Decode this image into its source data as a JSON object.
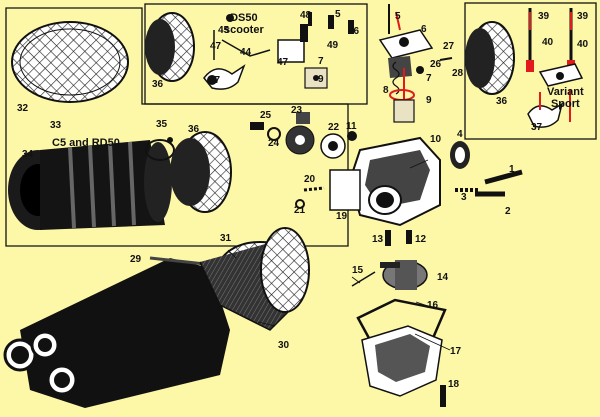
{
  "panels": {
    "top_left": {
      "title": "C5 and RD50"
    },
    "top_center": {
      "title_line1": "DS50",
      "title_line2": "scooter"
    },
    "top_right": {
      "title_line1": "Variant",
      "title_line2": "Sport"
    }
  },
  "part_labels": {
    "p1": "1",
    "p2": "2",
    "p3": "3",
    "p4": "4",
    "p5a": "5",
    "p5b": "5",
    "p6": "6",
    "p7a": "7",
    "p7b": "7",
    "p8": "8",
    "p9a": "9",
    "p9b": "9",
    "p10": "10",
    "p11": "11",
    "p12": "12",
    "p13": "13",
    "p14": "14",
    "p15": "15",
    "p16": "16",
    "p17": "17",
    "p18": "18",
    "p19": "19",
    "p20": "20",
    "p21": "21",
    "p22": "22",
    "p23": "23",
    "p24": "24",
    "p25": "25",
    "p26": "26",
    "p27": "27",
    "p28": "28",
    "p29": "29",
    "p30": "30",
    "p31": "31",
    "p32": "32",
    "p33": "33",
    "p34": "34",
    "p35": "35",
    "p36a": "36",
    "p36b": "36",
    "p36c": "36",
    "p37a": "37",
    "p37b": "37",
    "p39a": "39",
    "p39b": "39",
    "p40a": "40",
    "p40b": "40",
    "p44": "44",
    "p45": "45",
    "p46": "46",
    "p47a": "47",
    "p47b": "47",
    "p48": "48",
    "p49": "49"
  },
  "colors": {
    "background": "#fdf7a8",
    "ink": "#111111",
    "highlight_red": "#e11b1b"
  }
}
